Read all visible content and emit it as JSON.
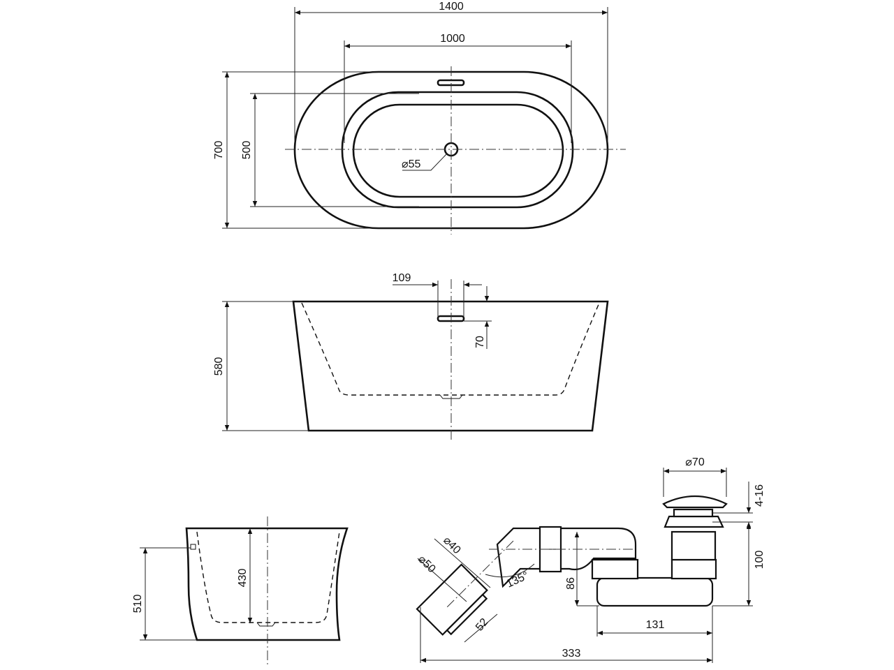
{
  "top_view": {
    "length": "1400",
    "inner_length": "1000",
    "width": "700",
    "inner_width": "500",
    "drain_diameter": "⌀55"
  },
  "front_view": {
    "overflow_offset": "109",
    "overflow_depth": "70",
    "height": "580"
  },
  "side_view": {
    "height": "510",
    "inner_depth": "430"
  },
  "siphon": {
    "plug_diameter": "⌀70",
    "adjust_range": "4-16",
    "body_height": "100",
    "pipe_diameter_inner": "⌀40",
    "pipe_diameter_outer": "⌀50",
    "angle": "135°",
    "outlet_height": "86",
    "connector_length": "52",
    "trap_length": "131",
    "total_length": "333"
  },
  "colors": {
    "line": "#111111",
    "background": "#ffffff"
  }
}
